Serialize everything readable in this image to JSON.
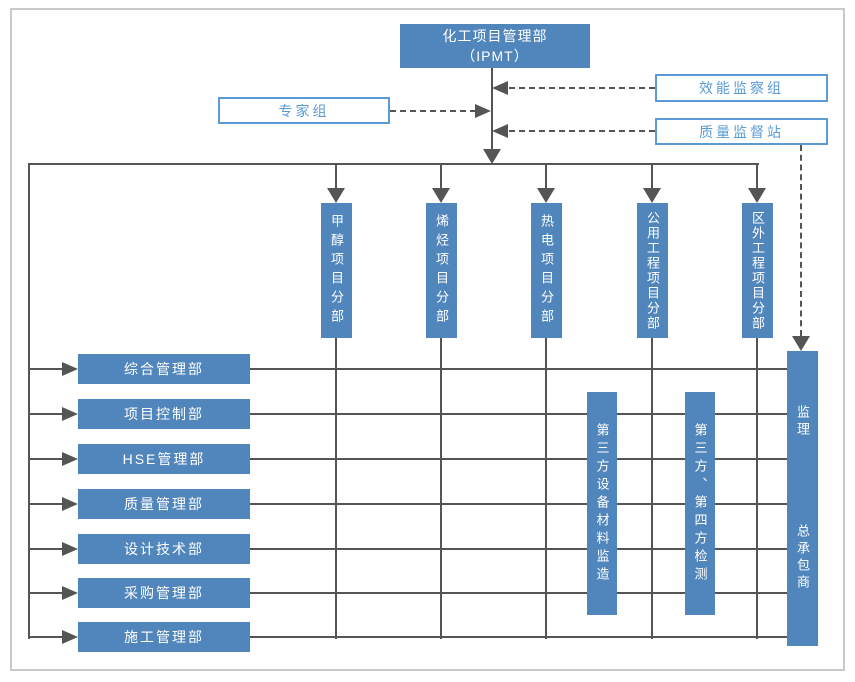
{
  "chart": {
    "root": {
      "line1": "化工项目管理部",
      "line2": "（IPMT）"
    },
    "advisors": {
      "expert_group": "专家组",
      "efficiency_group": "效能监察组",
      "quality_station": "质量监督站"
    },
    "divisions": [
      "甲醇项目分部",
      "烯烃项目分部",
      "热电项目分部",
      "公用工程项目分部",
      "区外工程项目分部"
    ],
    "departments": [
      "综合管理部",
      "项目控制部",
      "HSE管理部",
      "质量管理部",
      "设计技术部",
      "采购管理部",
      "施工管理部"
    ],
    "third_parties": [
      "第三方设备材料监造",
      "第三方、第四方检测"
    ],
    "right_column": {
      "top": "监理",
      "bottom": "总承包商"
    }
  },
  "colors": {
    "box_fill": "#5186bd",
    "accent_blue": "#5b9bd5",
    "line_gray": "#555555",
    "frame_gray": "#c9c9c9"
  }
}
